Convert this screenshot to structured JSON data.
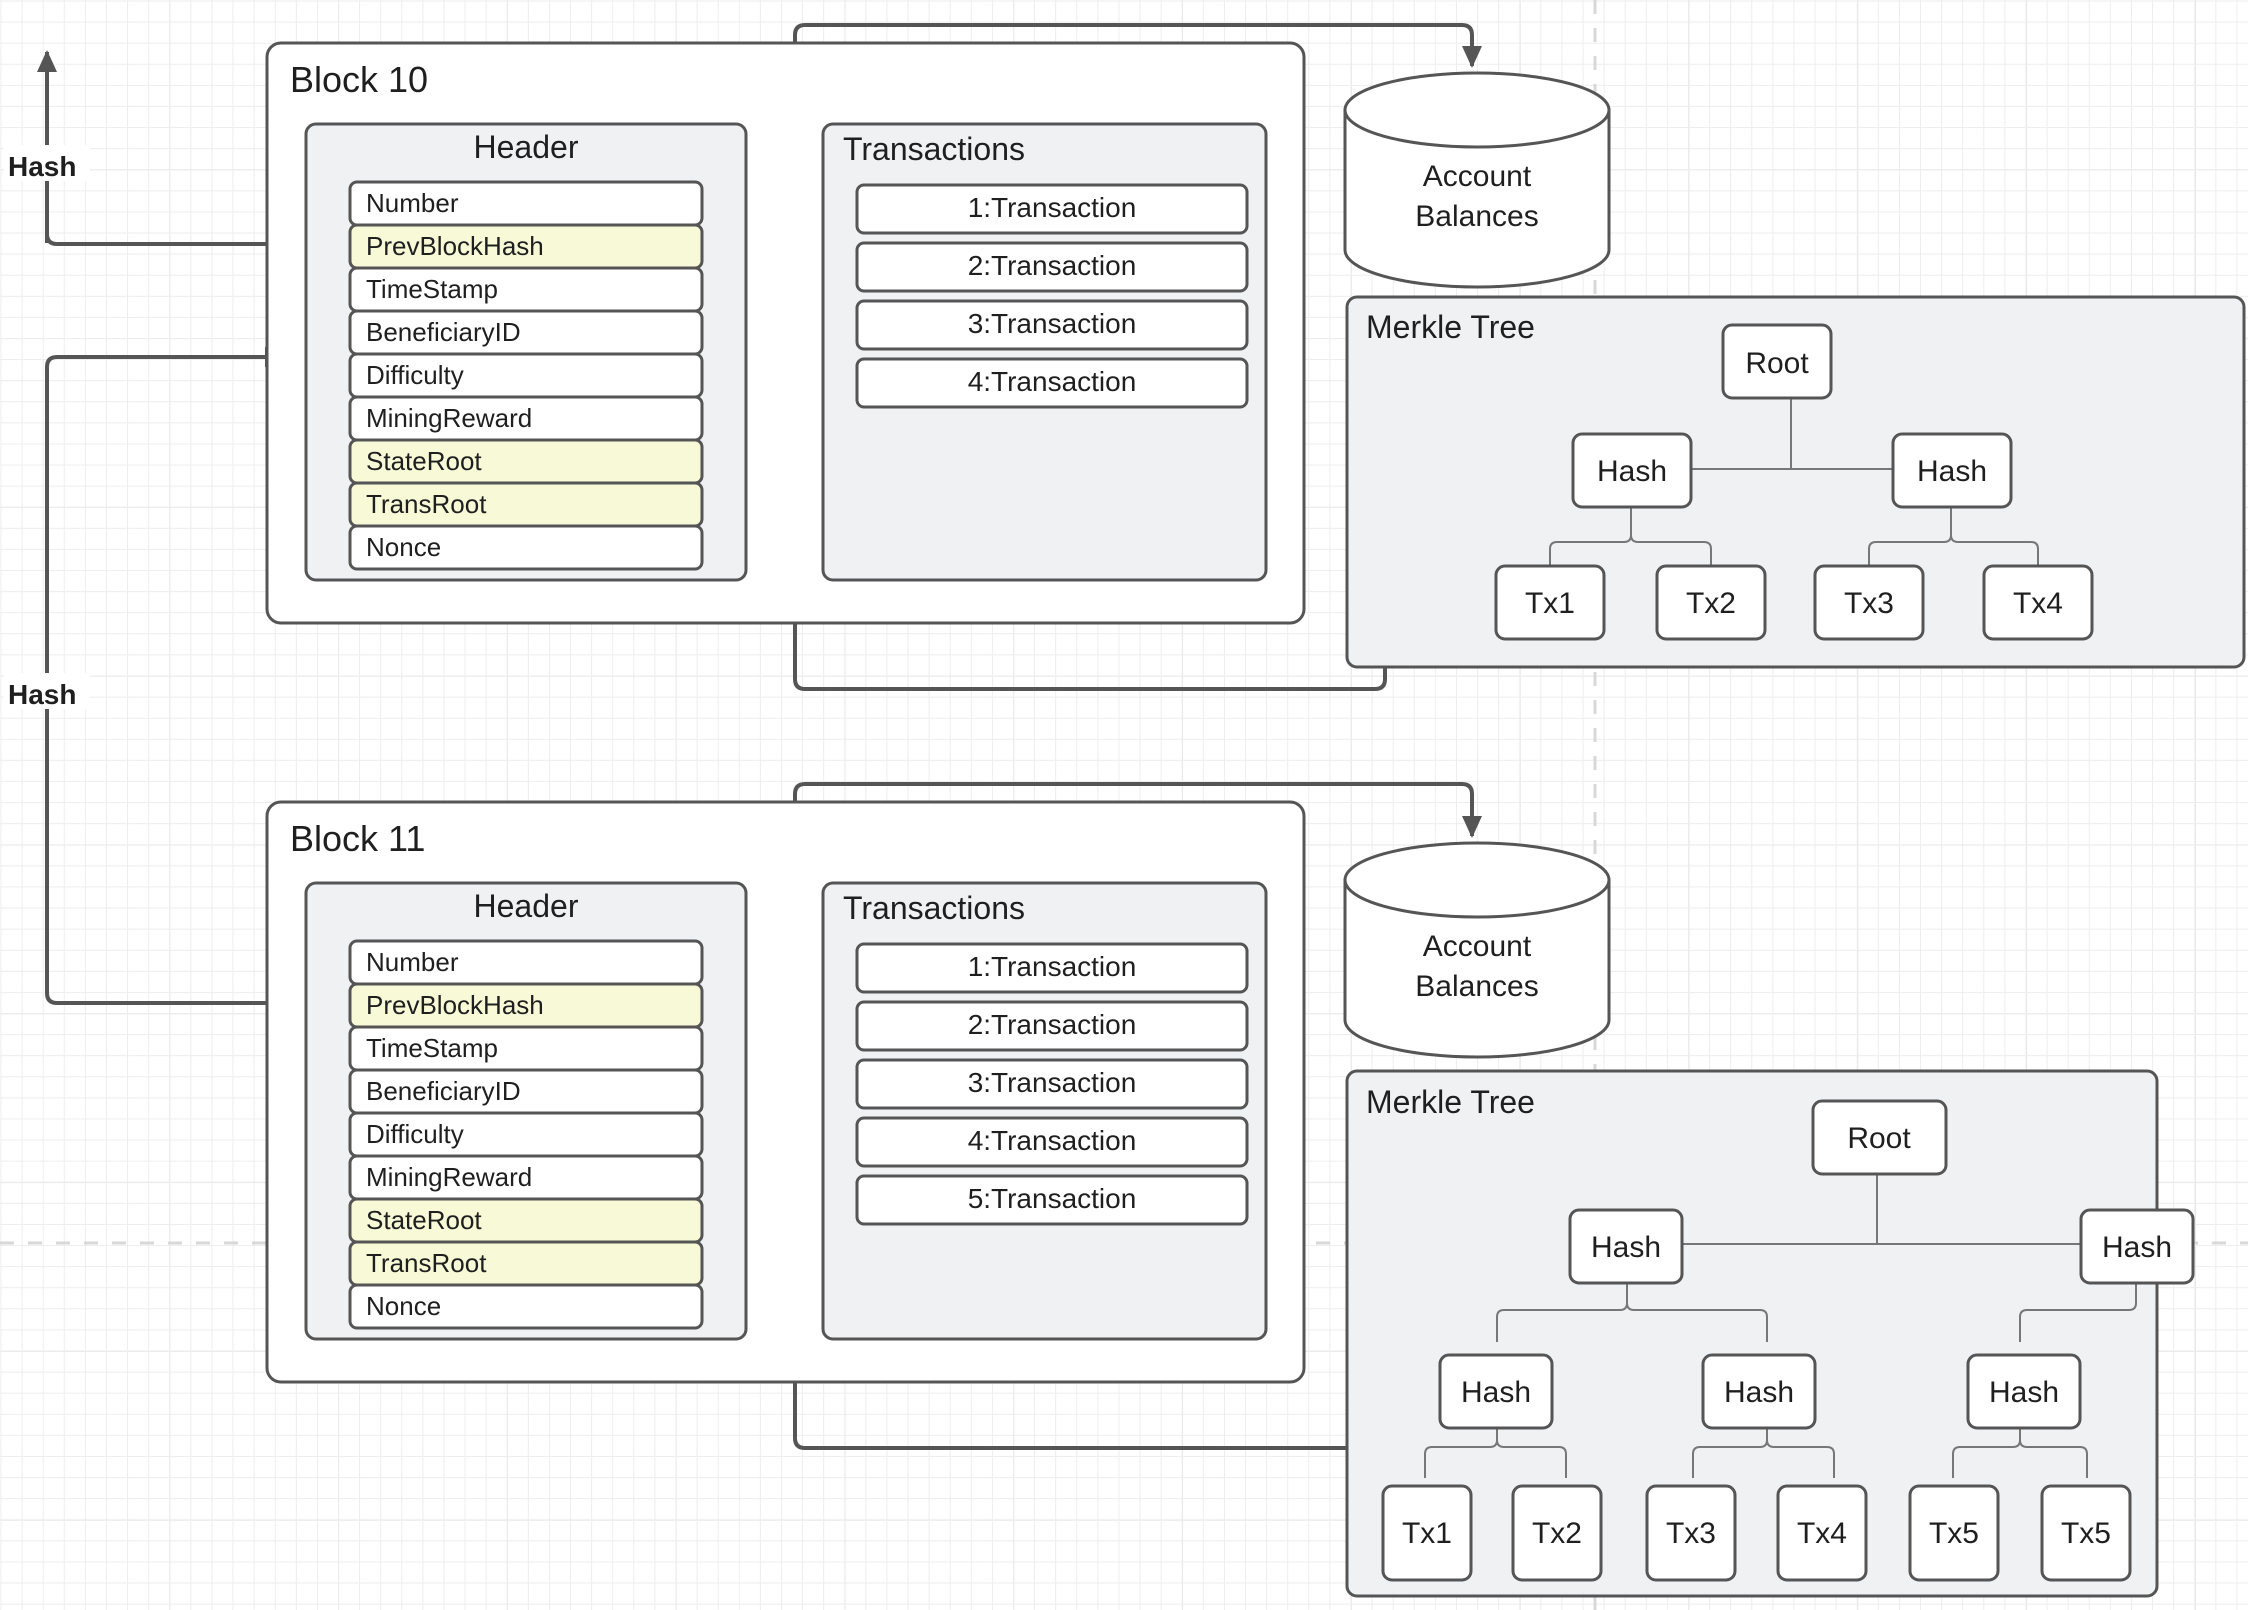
{
  "diagram": {
    "title_kind": "blockchain-block-structure",
    "hash_labels": [
      "Hash",
      "Hash"
    ],
    "blocks": [
      {
        "id": "block-10",
        "title": "Block 10",
        "header": {
          "title": "Header",
          "fields": [
            {
              "label": "Number",
              "highlight": false
            },
            {
              "label": "PrevBlockHash",
              "highlight": true
            },
            {
              "label": "TimeStamp",
              "highlight": false
            },
            {
              "label": "BeneficiaryID",
              "highlight": false
            },
            {
              "label": "Difficulty",
              "highlight": false
            },
            {
              "label": "MiningReward",
              "highlight": false
            },
            {
              "label": "StateRoot",
              "highlight": true
            },
            {
              "label": "TransRoot",
              "highlight": true
            },
            {
              "label": "Nonce",
              "highlight": false
            }
          ]
        },
        "transactions": {
          "title": "Transactions",
          "items": [
            "1:Transaction",
            "2:Transaction",
            "3:Transaction",
            "4:Transaction"
          ]
        },
        "database": {
          "label_line1": "Account",
          "label_line2": "Balances"
        },
        "merkle": {
          "title": "Merkle Tree",
          "root": "Root",
          "level1": [
            "Hash",
            "Hash"
          ],
          "leaves": [
            "Tx1",
            "Tx2",
            "Tx3",
            "Tx4"
          ]
        }
      },
      {
        "id": "block-11",
        "title": "Block 11",
        "header": {
          "title": "Header",
          "fields": [
            {
              "label": "Number",
              "highlight": false
            },
            {
              "label": "PrevBlockHash",
              "highlight": true
            },
            {
              "label": "TimeStamp",
              "highlight": false
            },
            {
              "label": "BeneficiaryID",
              "highlight": false
            },
            {
              "label": "Difficulty",
              "highlight": false
            },
            {
              "label": "MiningReward",
              "highlight": false
            },
            {
              "label": "StateRoot",
              "highlight": true
            },
            {
              "label": "TransRoot",
              "highlight": true
            },
            {
              "label": "Nonce",
              "highlight": false
            }
          ]
        },
        "transactions": {
          "title": "Transactions",
          "items": [
            "1:Transaction",
            "2:Transaction",
            "3:Transaction",
            "4:Transaction",
            "5:Transaction"
          ]
        },
        "database": {
          "label_line1": "Account",
          "label_line2": "Balances"
        },
        "merkle": {
          "title": "Merkle Tree",
          "root": "Root",
          "level1": [
            "Hash",
            "Hash"
          ],
          "level2": [
            "Hash",
            "Hash",
            "Hash"
          ],
          "leaves": [
            "Tx1",
            "Tx2",
            "Tx3",
            "Tx4",
            "Tx5",
            "Tx5"
          ]
        }
      }
    ],
    "colors": {
      "highlight_fill": "#f8f9d7",
      "group_fill": "#eff1f3",
      "node_fill": "#ffffff",
      "stroke": "#555555",
      "tree_stroke": "#777777",
      "grid_minor": "#ededed",
      "grid_major": "#e2e2e2",
      "pagebreak": "#d8d8d8"
    }
  }
}
